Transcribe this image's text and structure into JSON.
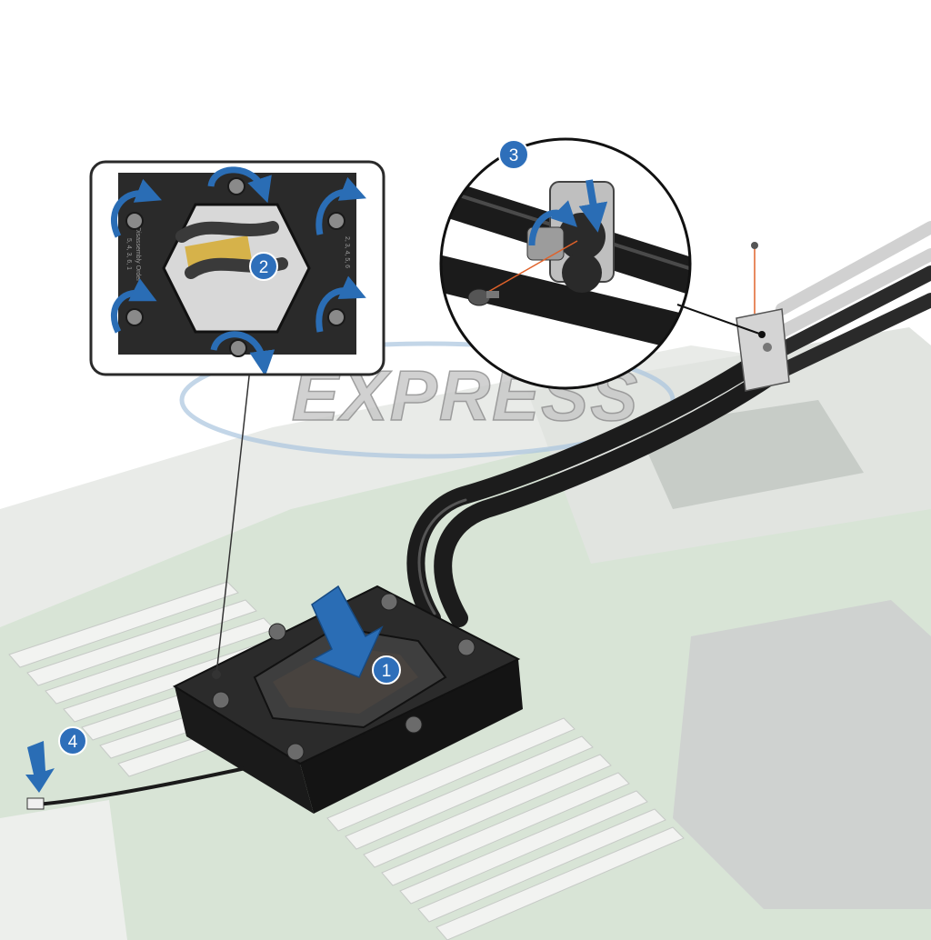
{
  "watermark": {
    "text": "EXPRESS"
  },
  "callouts": [
    {
      "num": "1",
      "action": "press-down"
    },
    {
      "num": "2",
      "action": "tighten-six-captive-screws"
    },
    {
      "num": "3",
      "action": "secure-tube-clip-screw"
    },
    {
      "num": "4",
      "action": "connect-cable"
    }
  ],
  "cold_plate": {
    "label": "Disassembly Order",
    "sequence": "5, 4, 3, 6, 1",
    "sequence_alt": "2, 3, 4, 5, 6"
  },
  "colors": {
    "callout_blue": "#2e6fba",
    "arrow_blue": "#2a6db5",
    "board_green": "#b9cfb6",
    "cold_plate": "#232323",
    "tube": "#1c1c1c",
    "inset_border": "#2a2a2a",
    "screw_line": "#e0622a",
    "watermark": "#c9c9c9"
  }
}
